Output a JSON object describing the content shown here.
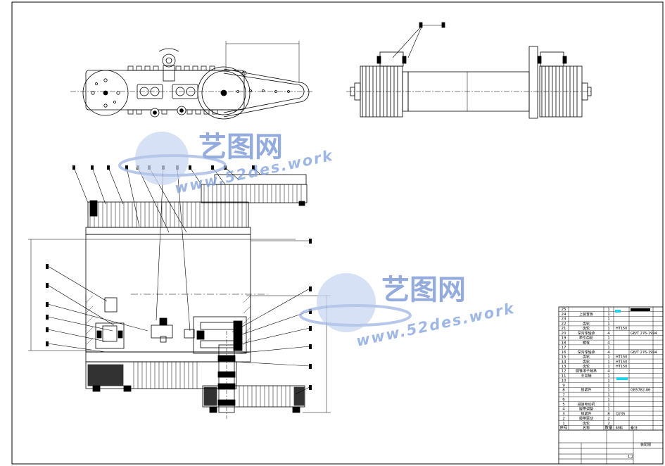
{
  "watermark": {
    "cn": "艺图网",
    "url": "www.52des.work"
  },
  "bom": {
    "rows": [
      {
        "no": "25",
        "name": "",
        "qty": "1",
        "material": "",
        "note": ""
      },
      {
        "no": "24",
        "name": "上装置板",
        "qty": "1",
        "material": "",
        "note": ""
      },
      {
        "no": "23",
        "name": "",
        "qty": "1",
        "material": "",
        "note": ""
      },
      {
        "no": "22",
        "name": "齿轮",
        "qty": "1",
        "material": "",
        "note": ""
      },
      {
        "no": "21",
        "name": "齿轮",
        "qty": "1",
        "material": "HT150",
        "note": ""
      },
      {
        "no": "20",
        "name": "深沟球轴承",
        "qty": "4",
        "material": "",
        "note": "GB/T 276-1994"
      },
      {
        "no": "19",
        "name": "牵引齿轮",
        "qty": "1",
        "material": "",
        "note": ""
      },
      {
        "no": "18",
        "name": "螺栓",
        "qty": "4",
        "material": "",
        "note": ""
      },
      {
        "no": "17",
        "name": "",
        "qty": "1",
        "material": "",
        "note": ""
      },
      {
        "no": "16",
        "name": "深沟球轴承",
        "qty": "4",
        "material": "",
        "note": "GB/T 276-1994"
      },
      {
        "no": "15",
        "name": "齿轮",
        "qty": "1",
        "material": "HT150",
        "note": ""
      },
      {
        "no": "14",
        "name": "齿轮",
        "qty": "1",
        "material": "HT150",
        "note": ""
      },
      {
        "no": "13",
        "name": "齿轮",
        "qty": "1",
        "material": "HT150",
        "note": ""
      },
      {
        "no": "12",
        "name": "圆锥滚子轴承",
        "qty": "4",
        "material": "",
        "note": ""
      },
      {
        "no": "11",
        "name": "主动轴",
        "qty": "1",
        "material": "",
        "note": ""
      },
      {
        "no": "10",
        "name": "",
        "qty": "1",
        "material": "",
        "note": ""
      },
      {
        "no": "9",
        "name": "",
        "qty": "1",
        "material": "",
        "note": ""
      },
      {
        "no": "8",
        "name": "锁紧件",
        "qty": "1",
        "material": "",
        "note": "GB5782-86"
      },
      {
        "no": "7",
        "name": "",
        "qty": "1",
        "material": "",
        "note": ""
      },
      {
        "no": "6",
        "name": "",
        "qty": "1",
        "material": "",
        "note": ""
      },
      {
        "no": "5",
        "name": "减速电动机",
        "qty": "1",
        "material": "",
        "note": ""
      },
      {
        "no": "4",
        "name": "履带调整",
        "qty": "1",
        "material": "",
        "note": ""
      },
      {
        "no": "3",
        "name": "锁紧件",
        "qty": "8",
        "material": "Q235",
        "note": ""
      },
      {
        "no": "2",
        "name": "履带驱动",
        "qty": "2",
        "material": "",
        "note": ""
      },
      {
        "no": "1",
        "name": "齿轮",
        "qty": "2",
        "material": "",
        "note": ""
      }
    ],
    "header": {
      "no": "序号",
      "name": "名称",
      "qty": "数量",
      "material": "材料",
      "note": "备注"
    },
    "title_block": {
      "drawing_title": "装配图",
      "sheet": "1:2"
    }
  }
}
